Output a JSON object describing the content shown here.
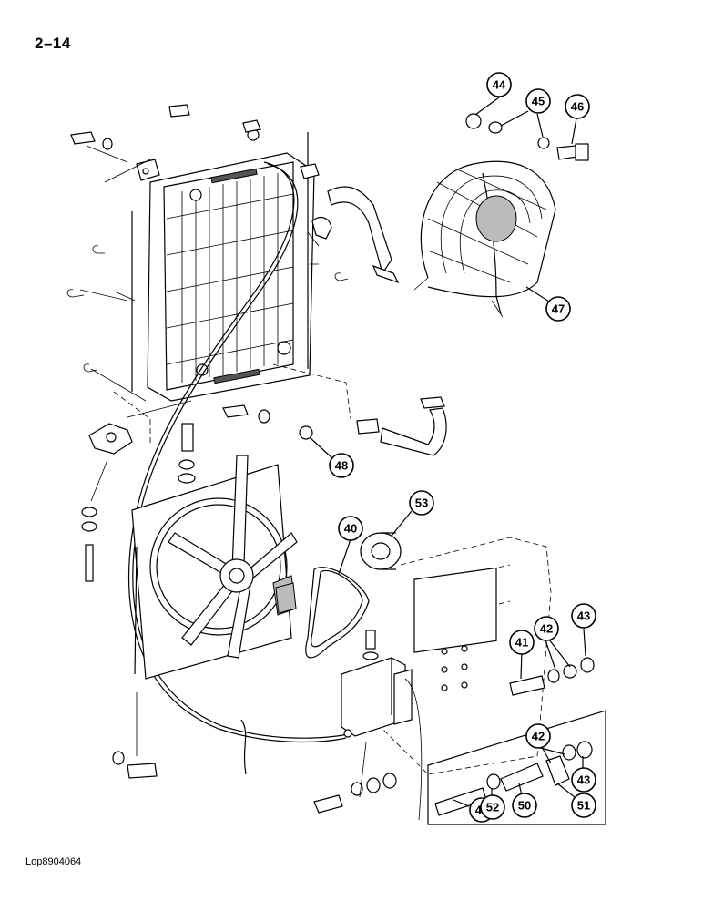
{
  "page": {
    "number": "2–14",
    "footer_code": "Lop8904064"
  },
  "callouts": [
    {
      "id": "c44",
      "label": "44"
    },
    {
      "id": "c45",
      "label": "45"
    },
    {
      "id": "c46",
      "label": "46"
    },
    {
      "id": "c47",
      "label": "47"
    },
    {
      "id": "c48",
      "label": "48"
    },
    {
      "id": "c53",
      "label": "53"
    },
    {
      "id": "c40",
      "label": "40"
    },
    {
      "id": "c43a",
      "label": "43"
    },
    {
      "id": "c42a",
      "label": "42"
    },
    {
      "id": "c41",
      "label": "41"
    },
    {
      "id": "c42b",
      "label": "42"
    },
    {
      "id": "c43b",
      "label": "43"
    },
    {
      "id": "c49",
      "label": "49"
    },
    {
      "id": "c52",
      "label": "52"
    },
    {
      "id": "c50",
      "label": "50"
    },
    {
      "id": "c51",
      "label": "51"
    }
  ]
}
